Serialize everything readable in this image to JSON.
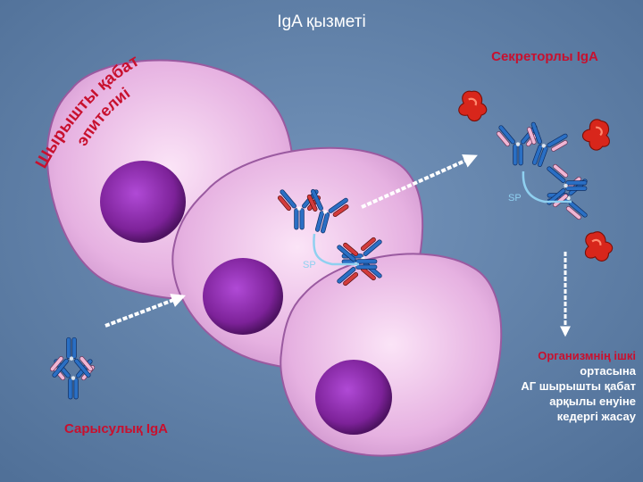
{
  "title": "IgA қызметі",
  "epithelium_label": {
    "line1": "Шырышты қабат",
    "line2": "эпителиі"
  },
  "secretory_label": "Секреторлы IgA",
  "serum_label": "Сарысулық IgA",
  "sp_label": "SP",
  "function_text": {
    "line1": "Организмнің ішкі",
    "line2": "ортасына",
    "line3": "АГ шырышты қабат",
    "line4": "арқылы енуіне",
    "line5": "кедергі жасау"
  },
  "colors": {
    "background": "#5b7fa6",
    "cell": "#e8b4e4",
    "nucleus": "#8e2fb0",
    "antibody_blue": "#2a6fc4",
    "antibody_red": "#d33b3b",
    "antibody_pink": "#f0b6d4",
    "antigen": "#d8261b",
    "secretory_piece": "#8fd0f0",
    "label_red": "#c8102e"
  }
}
